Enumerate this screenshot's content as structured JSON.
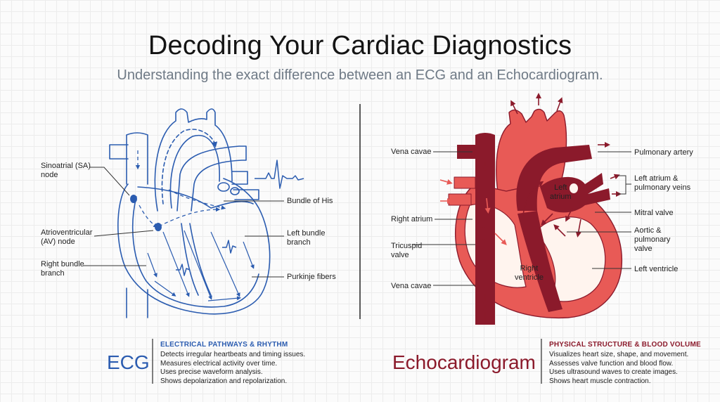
{
  "header": {
    "title": "Decoding Your Cardiac Diagnostics",
    "subtitle": "Understanding the exact difference between an ECG and an Echocardiogram."
  },
  "colors": {
    "ecg_blue": "#2b5cb0",
    "echo_red": "#8b1a2b",
    "echo_light": "#e85a56",
    "text": "#222222"
  },
  "ecg": {
    "labels": {
      "sa_node": [
        "Sinoatrial (SA)",
        "node"
      ],
      "av_node": [
        "Atrioventricular",
        "(AV) node"
      ],
      "right_bundle": [
        "Right bundle",
        "branch"
      ],
      "bundle_his": "Bundle of His",
      "left_bundle": [
        "Left bundle",
        "branch"
      ],
      "purkinje": "Purkinje fibers"
    },
    "footer": {
      "name": "ECG",
      "heading": "ELECTRICAL PATHWAYS & RHYTHM",
      "points": [
        "Detects irregular heartbeats and timing issues.",
        "Measures electrical activity over time.",
        "Uses precise waveform analysis.",
        "Shows depolarization and repolarization."
      ]
    }
  },
  "echo": {
    "labels": {
      "vena_top": "Vena cavae",
      "right_atrium": "Right atrium",
      "tricuspid": [
        "Tricuspid",
        "valve"
      ],
      "vena_bottom": "Vena cavae",
      "pulmonary_artery": "Pulmonary artery",
      "left_atrium_veins": [
        "Left atrium &",
        "pulmonary veins"
      ],
      "mitral": "Mitral valve",
      "aortic": [
        "Aortic &",
        "pulmonary",
        "valve"
      ],
      "left_ventricle": "Left ventricle",
      "left_atrium_inner": [
        "Left",
        "atrium"
      ],
      "right_ventricle_inner": [
        "Right",
        "ventricle"
      ]
    },
    "footer": {
      "name": "Echocardiogram",
      "heading": "PHYSICAL STRUCTURE & BLOOD VOLUME",
      "points": [
        "Visualizes heart size, shape, and movement.",
        "Assesses valve function and blood flow.",
        "Uses ultrasound waves to create images.",
        "Shows heart muscle contraction."
      ]
    }
  }
}
